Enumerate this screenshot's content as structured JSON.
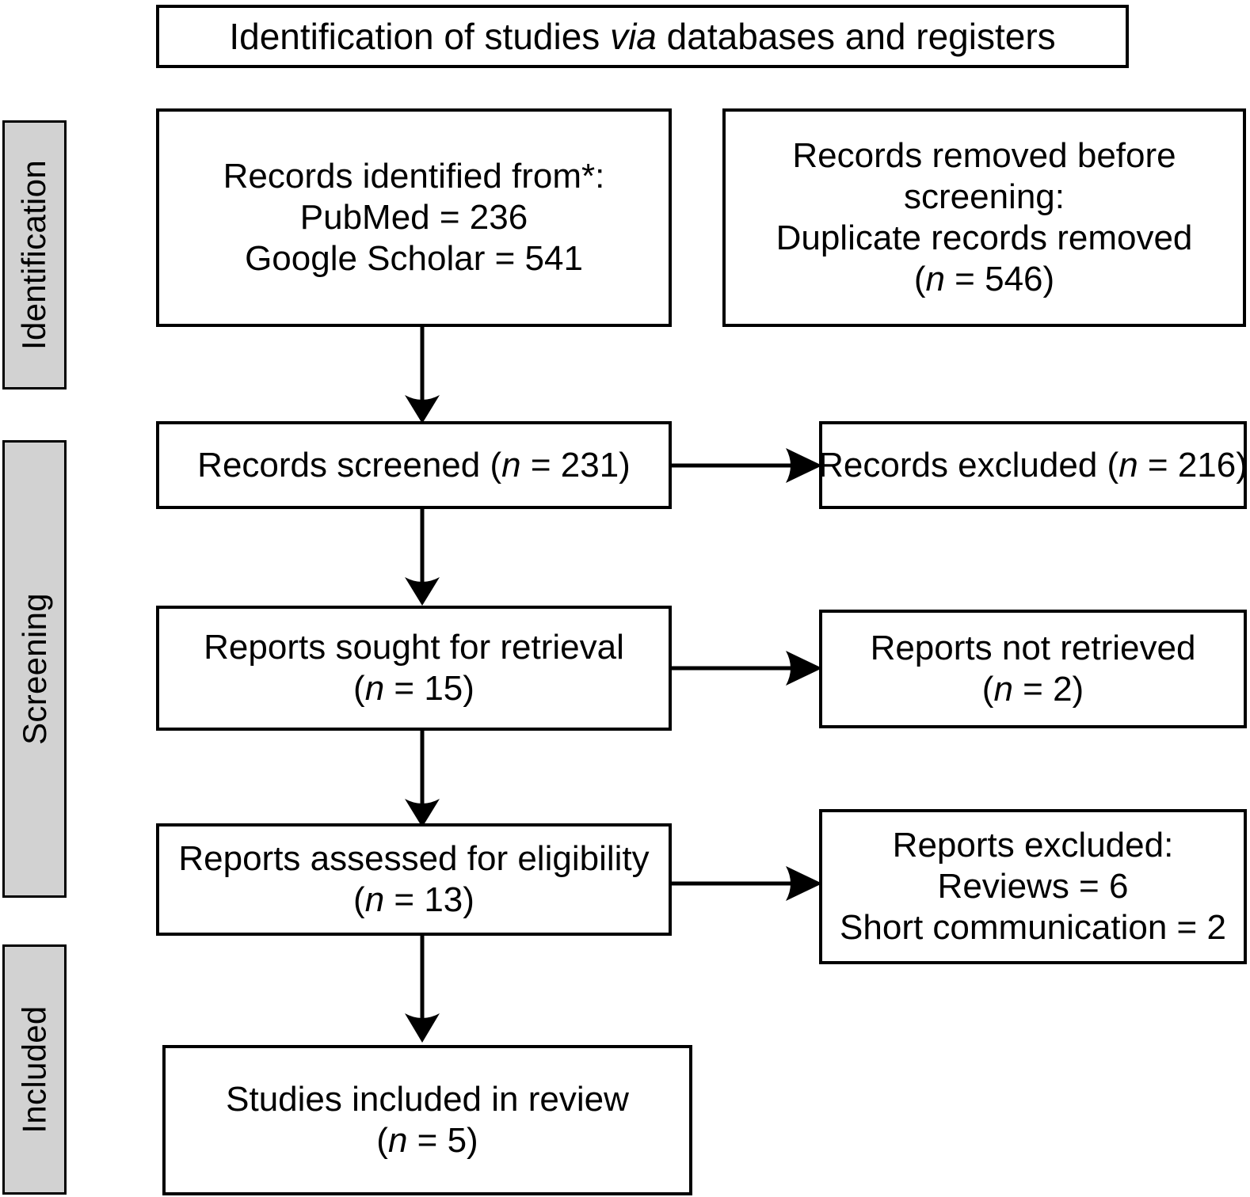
{
  "diagram": {
    "title": "Identification of studies via databases and registers",
    "title_italic_word": "via",
    "stages": [
      {
        "id": "identification",
        "label": "Identification"
      },
      {
        "id": "screening",
        "label": "Screening"
      },
      {
        "id": "included",
        "label": "Included"
      }
    ],
    "boxes": {
      "identified": {
        "line1": "Records identified from*:",
        "line2": "PubMed = 236",
        "line3": "Google Scholar = 541"
      },
      "removed_before_screening": {
        "line1": "Records removed before",
        "line2": "screening:",
        "line3": "Duplicate records removed",
        "line4_pre": "(",
        "line4_italic": "n",
        "line4_post": " = 546)"
      },
      "records_screened": {
        "line1_pre": "Records screened (",
        "line1_italic": "n",
        "line1_post": " = 231)"
      },
      "records_excluded": {
        "line1_pre": "Records excluded (",
        "line1_italic": "n",
        "line1_post": " = 216)"
      },
      "reports_sought": {
        "line1": "Reports sought for retrieval",
        "line2_pre": "(",
        "line2_italic": "n",
        "line2_post": " = 15)"
      },
      "reports_not_retrieved": {
        "line1": "Reports not retrieved",
        "line2_pre": "(",
        "line2_italic": "n",
        "line2_post": " = 2)"
      },
      "reports_assessed": {
        "line1": "Reports assessed for eligibility",
        "line2_pre": "(",
        "line2_italic": "n",
        "line2_post": " = 13)"
      },
      "reports_excluded": {
        "line1": "Reports excluded:",
        "line2": "Reviews = 6",
        "line3": "Short communication = 2"
      },
      "studies_included": {
        "line1": "Studies included in review",
        "line2_pre": "(",
        "line2_italic": "n",
        "line2_post": " = 5)"
      }
    },
    "colors": {
      "band_fill": "#d2d2d2",
      "border": "#000000",
      "box_fill": "#ffffff",
      "text": "#000000"
    }
  },
  "chart_data": {
    "type": "flowchart",
    "title": "Identification of studies via databases and registers",
    "nodes": [
      {
        "id": "identified",
        "stage": "Identification",
        "label": "Records identified from*:",
        "PubMed": 236,
        "Google Scholar": 541
      },
      {
        "id": "removed_before_screening",
        "stage": "Identification",
        "label": "Records removed before screening: Duplicate records removed",
        "n": 546
      },
      {
        "id": "records_screened",
        "stage": "Screening",
        "label": "Records screened",
        "n": 231
      },
      {
        "id": "records_excluded",
        "stage": "Screening",
        "label": "Records excluded",
        "n": 216
      },
      {
        "id": "reports_sought",
        "stage": "Screening",
        "label": "Reports sought for retrieval",
        "n": 15
      },
      {
        "id": "reports_not_retrieved",
        "stage": "Screening",
        "label": "Reports not retrieved",
        "n": 2
      },
      {
        "id": "reports_assessed",
        "stage": "Screening",
        "label": "Reports assessed for eligibility",
        "n": 13
      },
      {
        "id": "reports_excluded",
        "stage": "Screening",
        "label": "Reports excluded",
        "Reviews": 6,
        "Short communication": 2
      },
      {
        "id": "studies_included",
        "stage": "Included",
        "label": "Studies included in review",
        "n": 5
      }
    ],
    "edges": [
      {
        "from": "identified",
        "to": "records_screened",
        "direction": "down"
      },
      {
        "from": "records_screened",
        "to": "records_excluded",
        "direction": "right"
      },
      {
        "from": "records_screened",
        "to": "reports_sought",
        "direction": "down"
      },
      {
        "from": "reports_sought",
        "to": "reports_not_retrieved",
        "direction": "right"
      },
      {
        "from": "reports_sought",
        "to": "reports_assessed",
        "direction": "down"
      },
      {
        "from": "reports_assessed",
        "to": "reports_excluded",
        "direction": "right"
      },
      {
        "from": "reports_assessed",
        "to": "studies_included",
        "direction": "down"
      }
    ]
  }
}
